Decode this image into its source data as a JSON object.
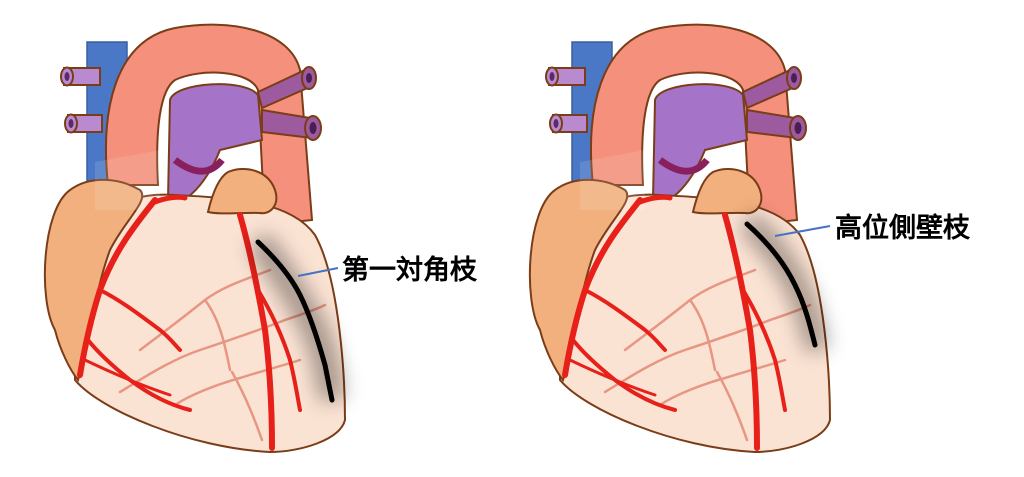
{
  "panels": [
    {
      "label": "第一対角枝",
      "highlighted_branch": "first-diagonal-branch"
    },
    {
      "label": "高位側壁枝",
      "highlighted_branch": "high-lateral-branch"
    }
  ],
  "colors": {
    "aorta": "#f4907b",
    "superior_vena_cava": "#4a78c6",
    "pulmonary_artery": "#a574c8",
    "pulmonary_vein": "#9d5a9e",
    "atrium": "#f1b07e",
    "ventricle": "#fbe3d4",
    "outline": "#7a3d17",
    "coronary_artery": "#e8201a",
    "coronary_vein": "#e79683",
    "highlighted_branch": "#000000",
    "leader_line": "#4472c4"
  }
}
